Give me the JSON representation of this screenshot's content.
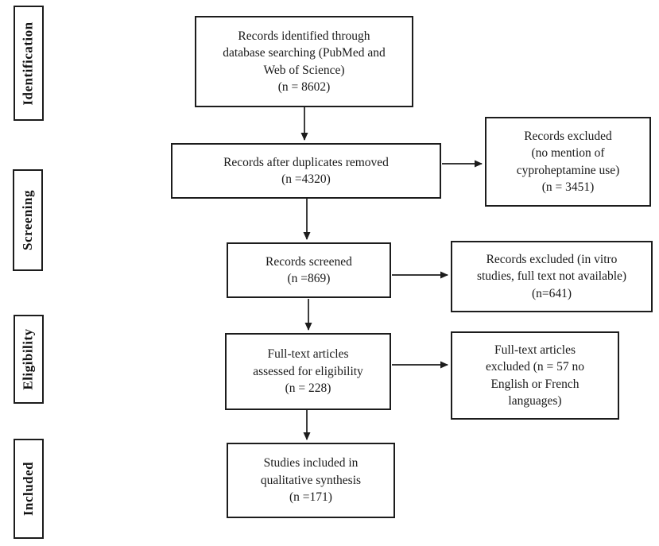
{
  "flow": {
    "stages": [
      {
        "label": "Identification"
      },
      {
        "label": "Screening"
      },
      {
        "label": "Eligibility"
      },
      {
        "label": "Included"
      }
    ],
    "main_boxes": [
      {
        "text": "Records identified through\ndatabase searching (PubMed and\nWeb of Science)\n(n = 8602)",
        "n": 8602
      },
      {
        "text": "Records after duplicates removed\n(n =4320)",
        "n": 4320
      },
      {
        "text": "Records screened\n(n =869)",
        "n": 869
      },
      {
        "text": "Full-text articles\nassessed for eligibility\n(n = 228)",
        "n": 228
      },
      {
        "text": "Studies included in\nqualitative synthesis\n(n =171)",
        "n": 171
      }
    ],
    "side_boxes": [
      {
        "text": "Records excluded\n(no mention of\ncyproheptamine use)\n(n = 3451)",
        "n": 3451
      },
      {
        "text": "Records excluded (in vitro\nstudies, full text not available)\n(n=641)",
        "n": 641
      },
      {
        "text": "Full-text articles\nexcluded (n = 57 no\nEnglish or French\nlanguages)",
        "n": 57
      }
    ],
    "colors": {
      "border": "#1c1c1c",
      "background": "#ffffff",
      "text": "#1a1a1a"
    }
  }
}
